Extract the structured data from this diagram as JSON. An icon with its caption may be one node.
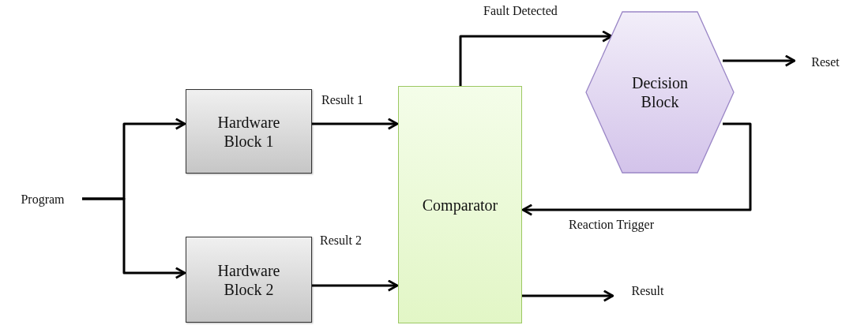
{
  "diagram": {
    "nodes": [
      {
        "text": [
          "Program"
        ]
      },
      {
        "text": [
          "Hardware Block 1"
        ]
      },
      {
        "text": [
          "Hardware Block 2"
        ]
      },
      {
        "text": [
          "Comparator"
        ]
      },
      {
        "text": [
          "Decision Block"
        ]
      },
      {
        "text": [
          "Reset"
        ]
      },
      {
        "text": [
          "Result"
        ]
      }
    ],
    "edges": [
      {
        "from": 0,
        "to": 1,
        "arrow": "to"
      },
      {
        "from": 0,
        "to": 2,
        "arrow": "to"
      },
      {
        "from": 1,
        "to": 3,
        "arrow": "to",
        "label": "Result 1"
      },
      {
        "from": 2,
        "to": 3,
        "arrow": "to",
        "label": "Result 2"
      },
      {
        "from": 3,
        "to": 4,
        "arrow": "to",
        "label": "Fault Detected"
      },
      {
        "from": 4,
        "to": 5,
        "arrow": "to"
      },
      {
        "from": 4,
        "to": 3,
        "arrow": "to",
        "label": "Reaction Trigger"
      },
      {
        "from": 3,
        "to": 6,
        "arrow": "to"
      }
    ]
  }
}
